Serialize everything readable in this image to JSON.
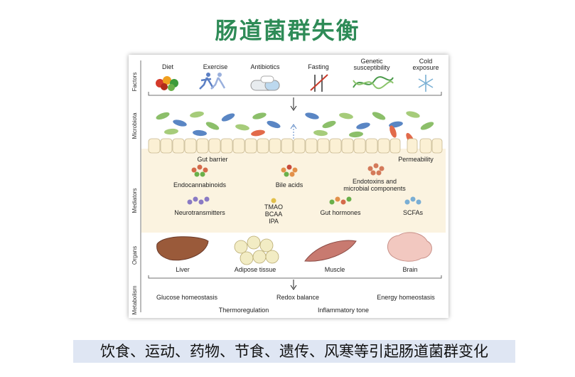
{
  "slide": {
    "title": "肠道菌群失衡",
    "caption": "饮食、运动、药物、节食、遗传、风寒等引起肠道菌群变化"
  },
  "figure": {
    "sections": {
      "factors": "Factors",
      "microbiota": "Microbiota",
      "mediators": "Mediators",
      "organs": "Organs",
      "metabolism": "Metabolism"
    },
    "factors": {
      "diet": "Diet",
      "exercise": "Exercise",
      "antibiotics": "Antibiotics",
      "fasting": "Fasting",
      "genetic_1": "Genetic",
      "genetic_2": "susceptibility",
      "cold_1": "Cold",
      "cold_2": "exposure"
    },
    "microbiota": {
      "gut_barrier": "Gut barrier",
      "permeability": "Permeability"
    },
    "mediators": {
      "endocannabinoids": "Endocannabinoids",
      "bile_acids": "Bile acids",
      "endotoxins_1": "Endotoxins and",
      "endotoxins_2": "microbial components",
      "neurotransmitters": "Neurotransmitters",
      "tmao": "TMAO",
      "bcaa": "BCAA",
      "ipa": "IPA",
      "gut_hormones": "Gut hormones",
      "scfas": "SCFAs"
    },
    "organs": {
      "liver": "Liver",
      "adipose": "Adipose tissue",
      "muscle": "Muscle",
      "brain": "Brain"
    },
    "metabolism": {
      "glucose": "Glucose homeostasis",
      "redox": "Redox balance",
      "energy": "Energy homeostasis",
      "thermo": "Thermoregulation",
      "inflammatory": "Inflammatory tone"
    }
  }
}
